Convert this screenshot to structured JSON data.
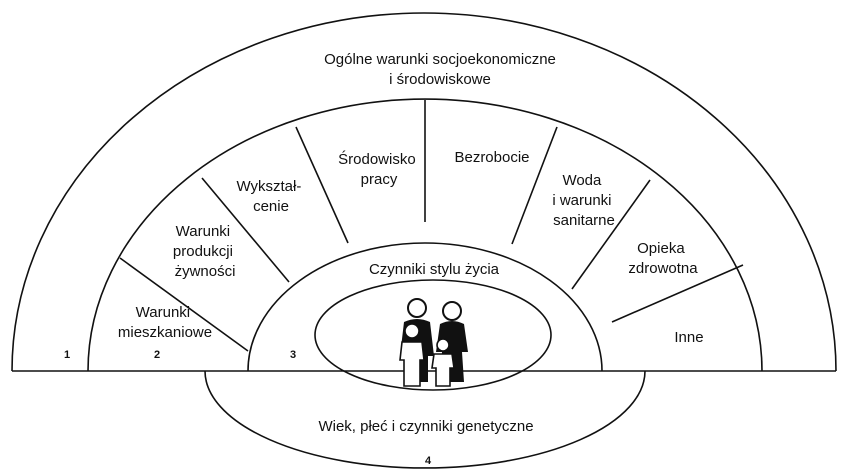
{
  "outer": {
    "line1": "Ogólne warunki socjoekonomiczne",
    "line2": "i środowiskowe"
  },
  "segments": [
    [
      "Warunki",
      "mieszkaniowe"
    ],
    [
      "Warunki",
      "produkcji",
      "żywności"
    ],
    [
      "Wykształ-",
      "cenie"
    ],
    [
      "Środowisko",
      "pracy"
    ],
    [
      "Bezrobocie"
    ],
    [
      "Woda",
      "i warunki",
      "sanitarne"
    ],
    [
      "Opieka",
      "zdrowotna"
    ],
    [
      "Inne"
    ]
  ],
  "lifestyle": "Czynniki stylu życia",
  "bottom": "Wiek, płeć i czynniki genetyczne",
  "layer_numbers": [
    "1",
    "2",
    "3",
    "4"
  ],
  "center_icon": "family-icon"
}
